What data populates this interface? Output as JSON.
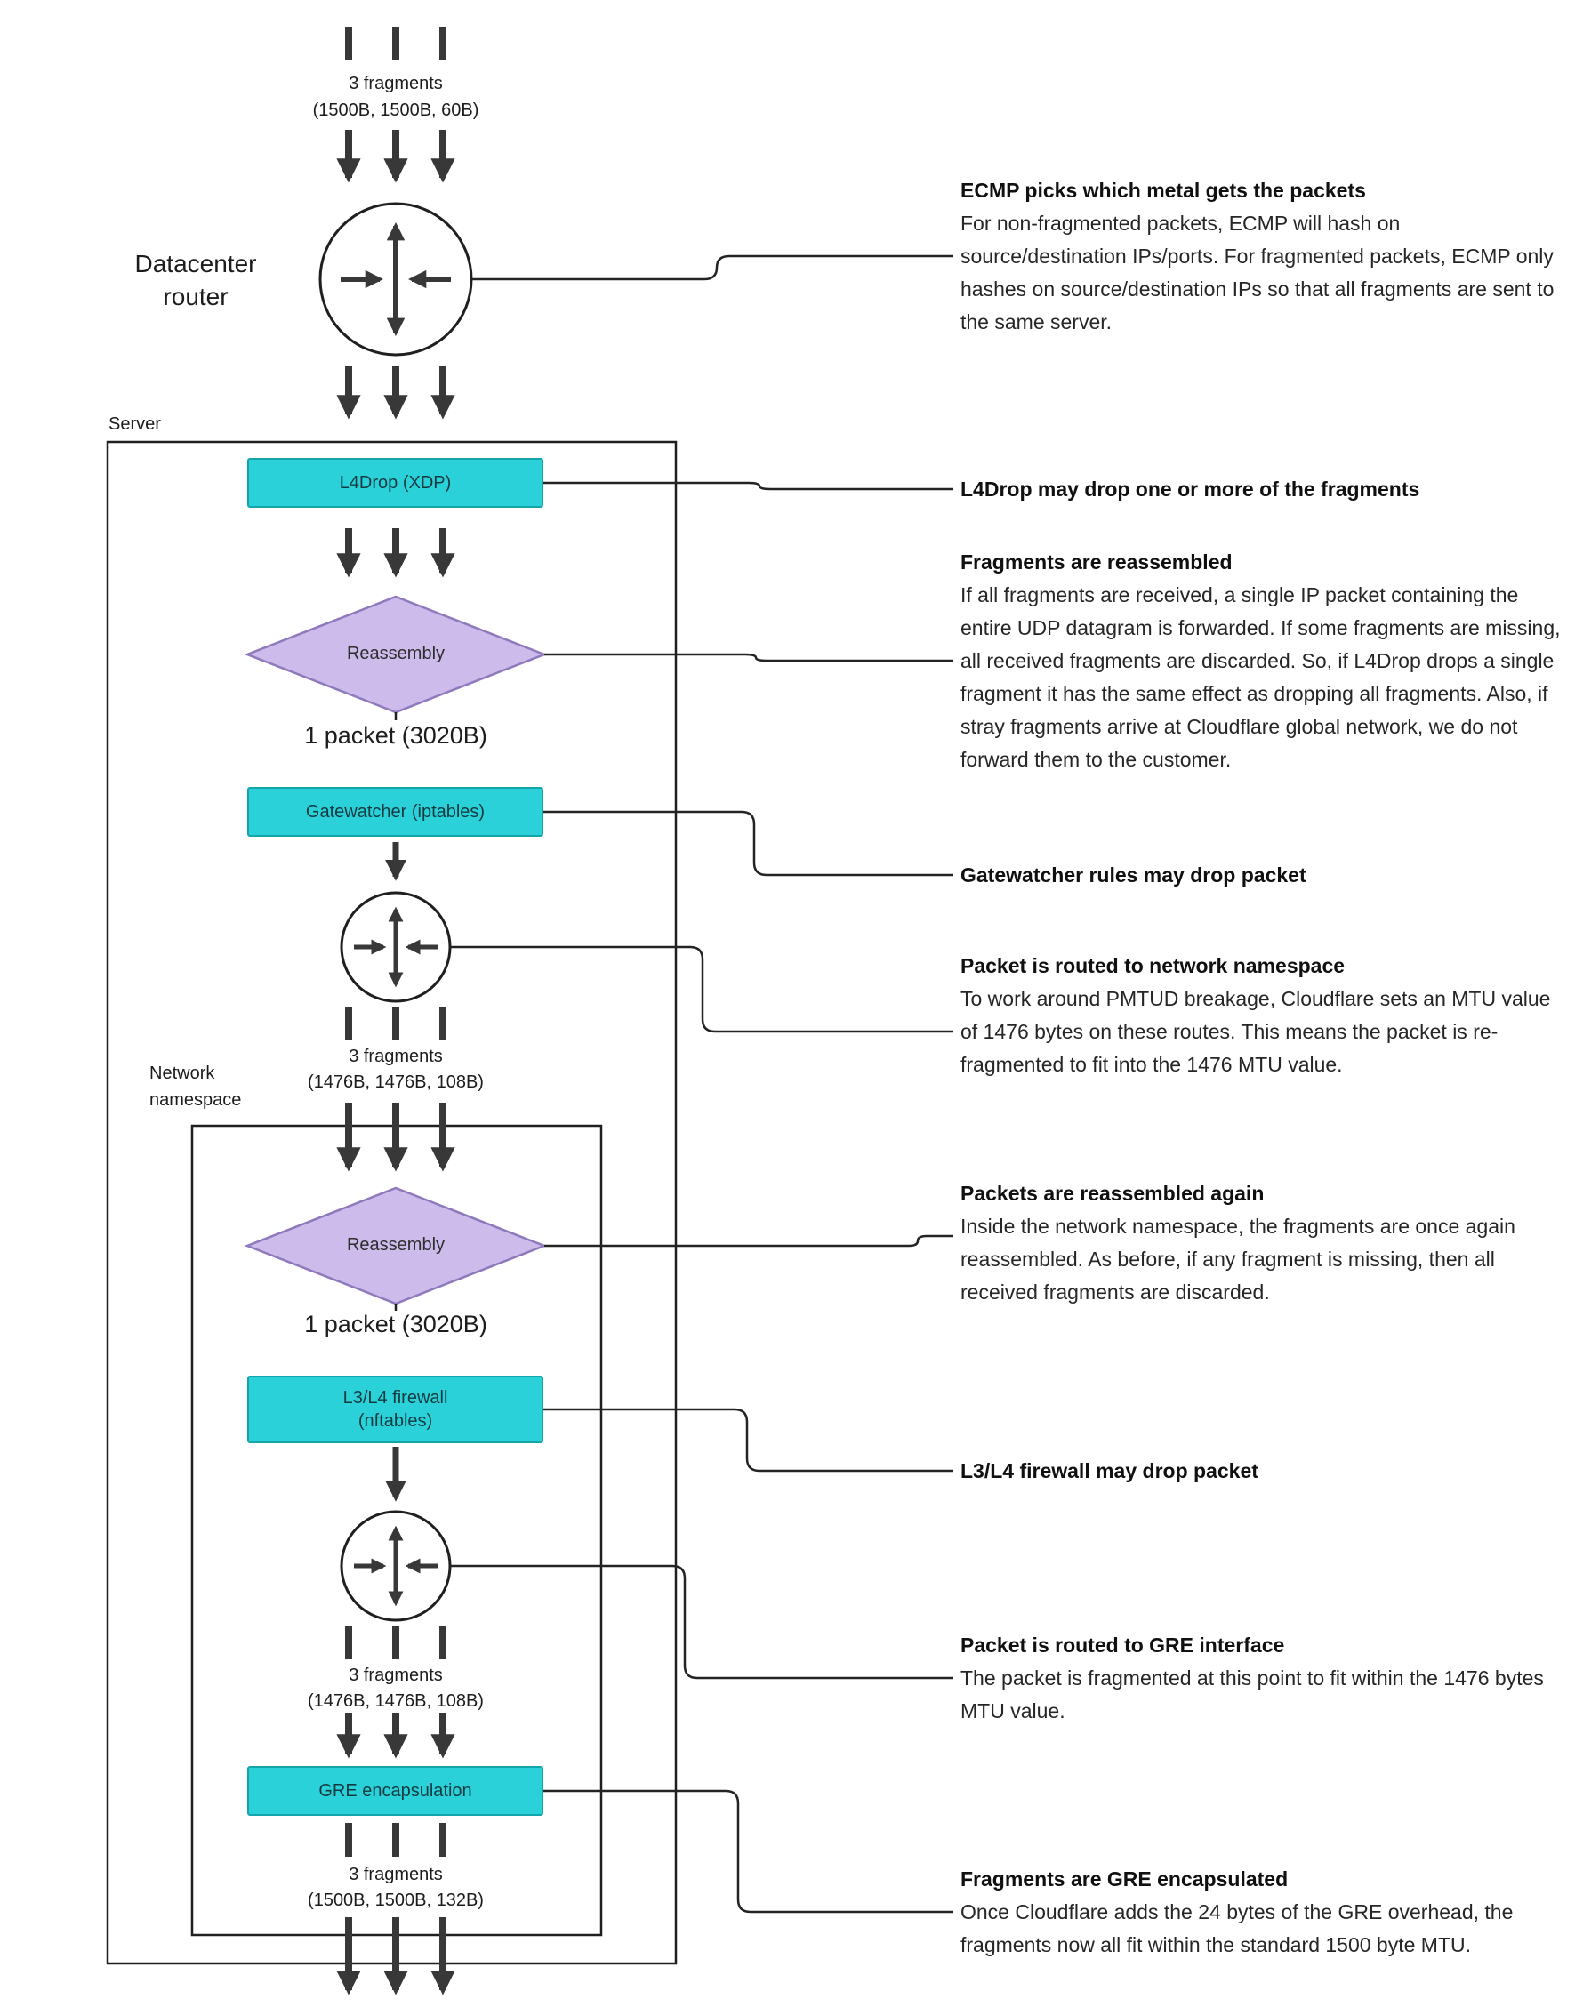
{
  "colors": {
    "cyan": "#2BD1D8",
    "cyan_border": "#14A5AC",
    "purple": "#CDBBEB",
    "purple_border": "#8F79BD",
    "ink": "#383838"
  },
  "flow": {
    "fragments_top": {
      "label": "3 fragments",
      "sizes": "(1500B, 1500B, 60B)"
    },
    "datacenter_router_label": "Datacenter router",
    "server_label": "Server",
    "l4drop_label": "L4Drop (XDP)",
    "reassembly1_label": "Reassembly",
    "packet1_label": "1 packet (3020B)",
    "gatewatcher_label": "Gatewatcher (iptables)",
    "fragments_mid1": {
      "label": "3 fragments",
      "sizes": "(1476B, 1476B, 108B)"
    },
    "namespace_label": "Network namespace",
    "reassembly2_label": "Reassembly",
    "packet2_label": "1 packet (3020B)",
    "firewall_label_line1": "L3/L4 firewall",
    "firewall_label_line2": "(nftables)",
    "fragments_mid2": {
      "label": "3 fragments",
      "sizes": "(1476B, 1476B, 108B)"
    },
    "gre_label": "GRE encapsulation",
    "fragments_gre": {
      "label": "3 fragments",
      "sizes": "(1500B, 1500B, 132B)"
    }
  },
  "annotations": {
    "ecmp": {
      "title": "ECMP picks which metal gets the packets",
      "body": "For non-fragmented packets, ECMP will hash on source/destination IPs/ports. For fragmented packets, ECMP only hashes on source/destination IPs so that all fragments are sent to the same server."
    },
    "l4drop": {
      "title": "L4Drop may drop one or more of the fragments"
    },
    "reassembly": {
      "title": "Fragments are reassembled",
      "body": "If all fragments are received, a single IP packet containing the entire UDP datagram is forwarded. If some fragments are missing, all received fragments are discarded. So, if L4Drop drops a single fragment it has the same effect as dropping all fragments. Also, if stray fragments arrive at Cloudflare global network, we do not forward them to the customer."
    },
    "gatewatcher": {
      "title": "Gatewatcher rules may drop packet"
    },
    "netns": {
      "title": "Packet is routed to network namespace",
      "body": "To work around PMTUD breakage, Cloudflare sets an MTU value of 1476 bytes on these routes. This means the packet is re-fragmented to fit into the 1476 MTU value."
    },
    "reassembled_again": {
      "title": "Packets are reassembled again",
      "body": "Inside the network namespace, the fragments are once again reassembled. As before, if any fragment is missing, then all received fragments are discarded."
    },
    "firewall": {
      "title": "L3/L4 firewall may drop packet"
    },
    "gre_route": {
      "title": "Packet is routed to GRE interface",
      "body": "The packet is fragmented at this point to fit within the 1476 bytes MTU value."
    },
    "gre_encap": {
      "title": "Fragments are GRE encapsulated",
      "body": "Once Cloudflare adds the 24 bytes of the GRE overhead, the fragments now all fit within the standard 1500 byte MTU."
    }
  }
}
